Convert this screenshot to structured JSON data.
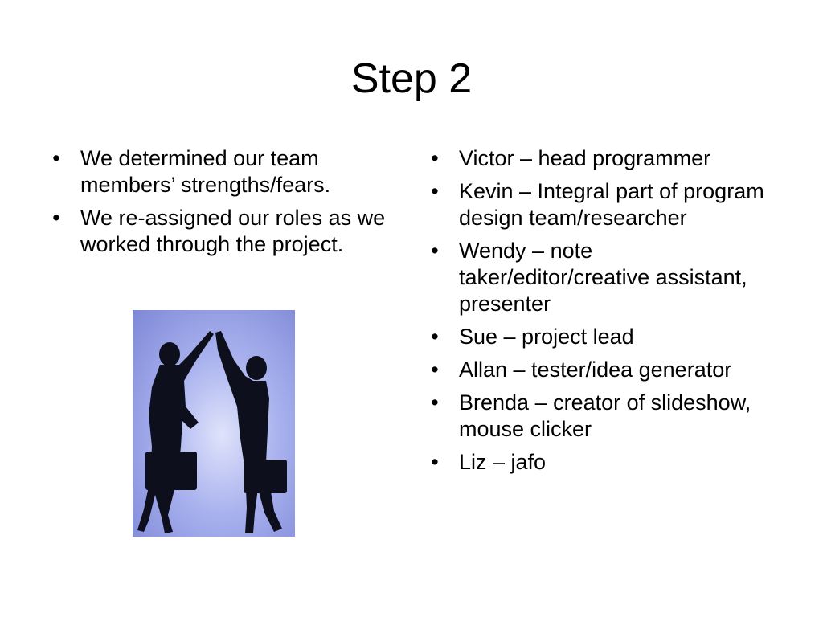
{
  "slide": {
    "title": "Step 2",
    "left_bullets": [
      "We determined our team members’ strengths/fears.",
      "We re-assigned our roles as we worked through the project."
    ],
    "right_bullets": [
      "Victor – head programmer",
      "Kevin – Integral part of program design team/researcher",
      "Wendy – note taker/editor/creative assistant, presenter",
      "Sue – project lead",
      "Allan – tester/idea generator",
      "Brenda – creator of slideshow, mouse clicker",
      "Liz – jafo"
    ],
    "bullet_glyph": "•"
  },
  "colors": {
    "text": "#000000",
    "background": "#ffffff",
    "photo_blue": "#8f99e0",
    "silhouette": "#0d0f1c"
  }
}
